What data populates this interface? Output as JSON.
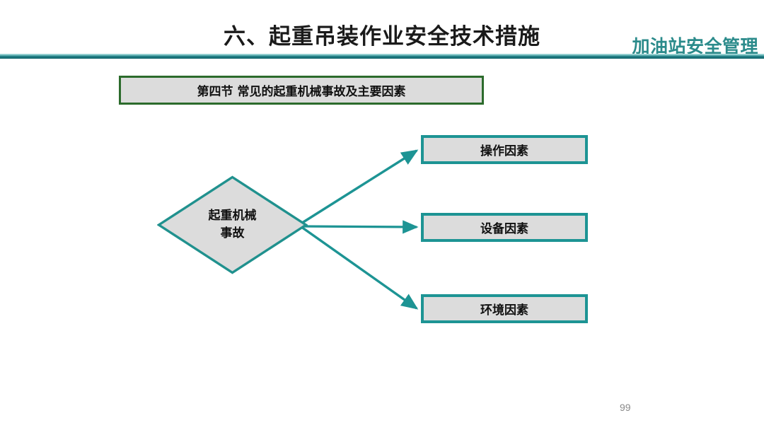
{
  "slide": {
    "page_number": "99",
    "background_color": "#ffffff"
  },
  "header": {
    "title": "六、起重吊装作业安全技术措施",
    "brand": "加油站安全管理",
    "brand_color": "#2b8b8b",
    "rule_color": "#1d7b82"
  },
  "section_banner": {
    "label": "第四节  常见的起重机械事故及主要因素",
    "border_color": "#2c6b2c",
    "fill_color": "#dcdcdc"
  },
  "diagram": {
    "type": "cause-effect",
    "accent_color": "#1d9494",
    "node_fill_color": "#dcdcdc",
    "source_node": {
      "shape": "diamond",
      "line1": "起重机械",
      "line2": "事故"
    },
    "factors": [
      {
        "label": "操作因素"
      },
      {
        "label": "设备因素"
      },
      {
        "label": "环境因素"
      }
    ],
    "connectors": [
      {
        "from": "起重机械事故",
        "to": "操作因素"
      },
      {
        "from": "起重机械事故",
        "to": "设备因素"
      },
      {
        "from": "起重机械事故",
        "to": "环境因素"
      }
    ]
  }
}
